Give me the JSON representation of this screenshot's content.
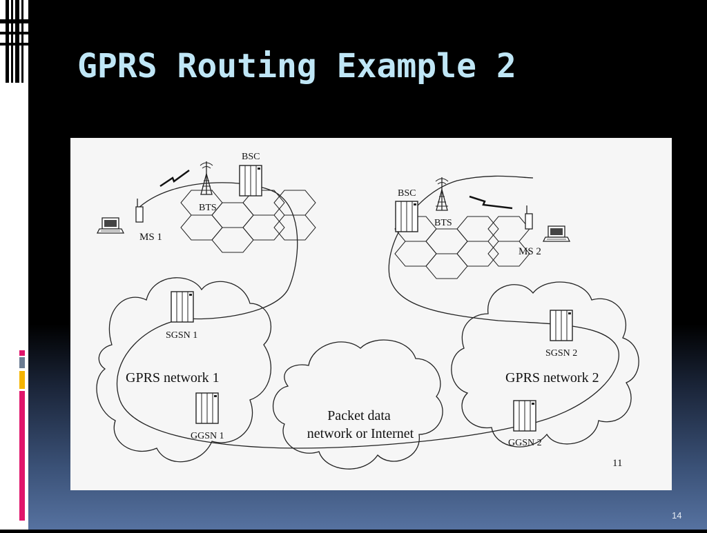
{
  "slide": {
    "title": "GPRS Routing Example 2",
    "number": "14"
  },
  "diagram": {
    "labels": {
      "bsc_left": "BSC",
      "bts_left": "BTS",
      "ms1": "MS 1",
      "bsc_right": "BSC",
      "bts_right": "BTS",
      "ms2": "MS 2",
      "sgsn1": "SGSN 1",
      "ggsn1": "GGSN 1",
      "network1": "GPRS network 1",
      "sgsn2": "SGSN 2",
      "ggsn2": "GGSN 2",
      "network2": "GPRS network 2",
      "pdn_line1": "Packet data",
      "pdn_line2": "network or Internet",
      "page_number": "11"
    }
  },
  "colors": {
    "title": "#bfe6f6",
    "accent_pink": "#e0156b",
    "accent_gold": "#f4b400",
    "accent_slate": "#6b7c93"
  }
}
